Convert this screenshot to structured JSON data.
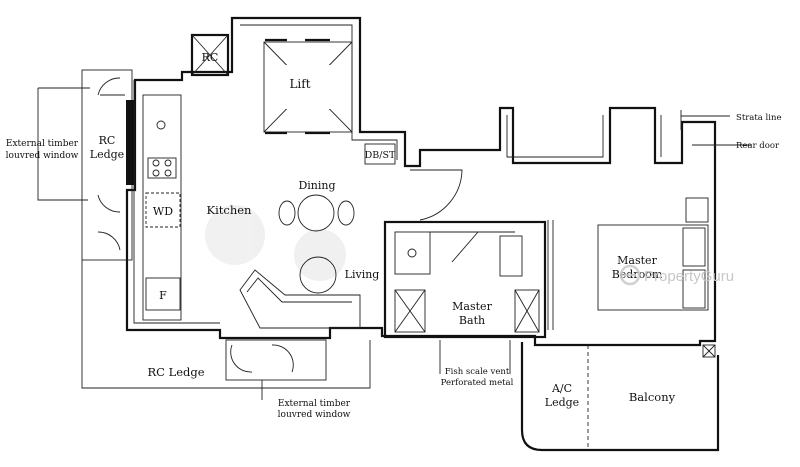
{
  "rooms": {
    "rc_top": "RC",
    "lift": "Lift",
    "db_st": "DB/ST",
    "rc_ledge_left_1": "RC",
    "rc_ledge_left_2": "Ledge",
    "wd": "WD",
    "kitchen": "Kitchen",
    "dining": "Dining",
    "living": "Living",
    "fridge": "F",
    "master_bath_1": "Master",
    "master_bath_2": "Bath",
    "master_bedroom_1": "Master",
    "master_bedroom_2": "Bedroom",
    "rc_ledge_bottom": "RC Ledge",
    "ac_ledge_1": "A/C",
    "ac_ledge_2": "Ledge",
    "balcony": "Balcony"
  },
  "annotations": {
    "ext_window_left_1": "External timber",
    "ext_window_left_2": "louvred window",
    "ext_window_bottom_1": "External timber",
    "ext_window_bottom_2": "louvred window",
    "strata_line": "Strata line",
    "rear_door": "Rear door",
    "fish_scale_vent": "Fish scale vent",
    "perforated_metal": "Perforated metal"
  },
  "watermark": {
    "brand": "PropertyGuru",
    "color": "#bdbdbd"
  }
}
